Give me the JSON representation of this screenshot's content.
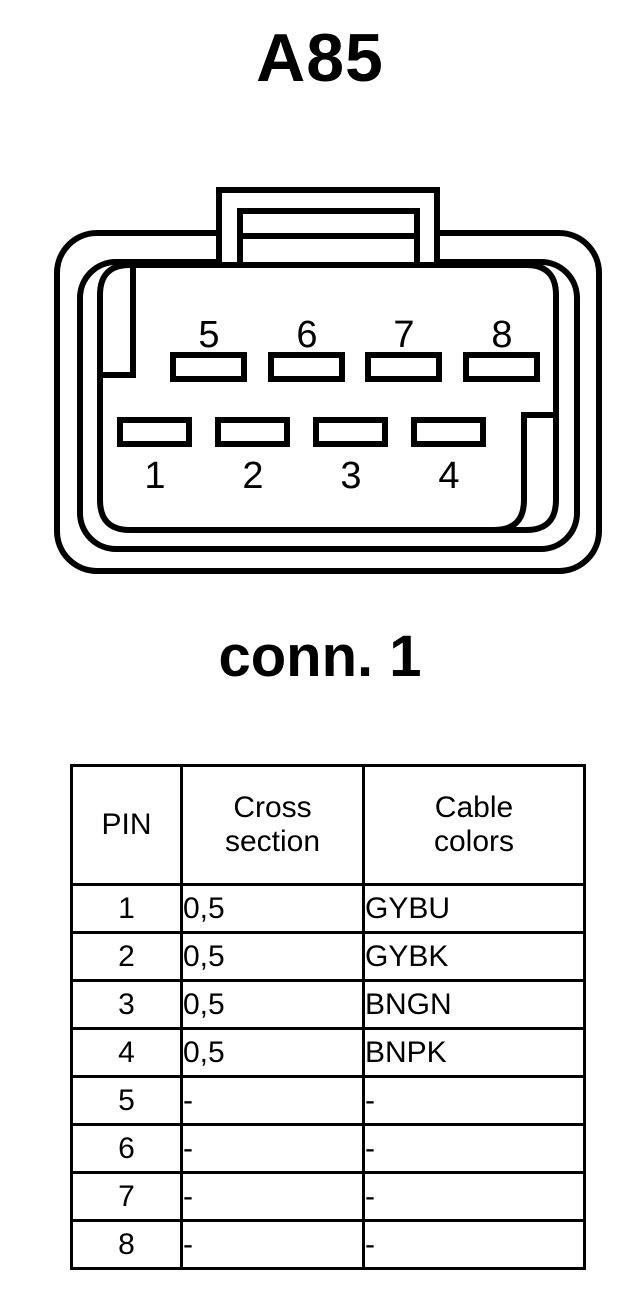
{
  "title": "A85",
  "connector": {
    "label": "conn. 1",
    "top_row_pins": [
      "5",
      "6",
      "7",
      "8"
    ],
    "bottom_row_pins": [
      "1",
      "2",
      "3",
      "4"
    ],
    "stroke_color": "#000000",
    "fill_color": "#ffffff"
  },
  "table": {
    "headers": {
      "pin": "PIN",
      "cross_section_line1": "Cross",
      "cross_section_line2": "section",
      "cable_colors_line1": "Cable",
      "cable_colors_line2": "colors"
    },
    "rows": [
      {
        "pin": "1",
        "cross_section": "0,5",
        "cable_colors": "GYBU"
      },
      {
        "pin": "2",
        "cross_section": "0,5",
        "cable_colors": "GYBK"
      },
      {
        "pin": "3",
        "cross_section": "0,5",
        "cable_colors": "BNGN"
      },
      {
        "pin": "4",
        "cross_section": "0,5",
        "cable_colors": "BNPK"
      },
      {
        "pin": "5",
        "cross_section": "-",
        "cable_colors": "-"
      },
      {
        "pin": "6",
        "cross_section": "-",
        "cable_colors": "-"
      },
      {
        "pin": "7",
        "cross_section": "-",
        "cable_colors": "-"
      },
      {
        "pin": "8",
        "cross_section": "-",
        "cable_colors": "-"
      }
    ]
  }
}
